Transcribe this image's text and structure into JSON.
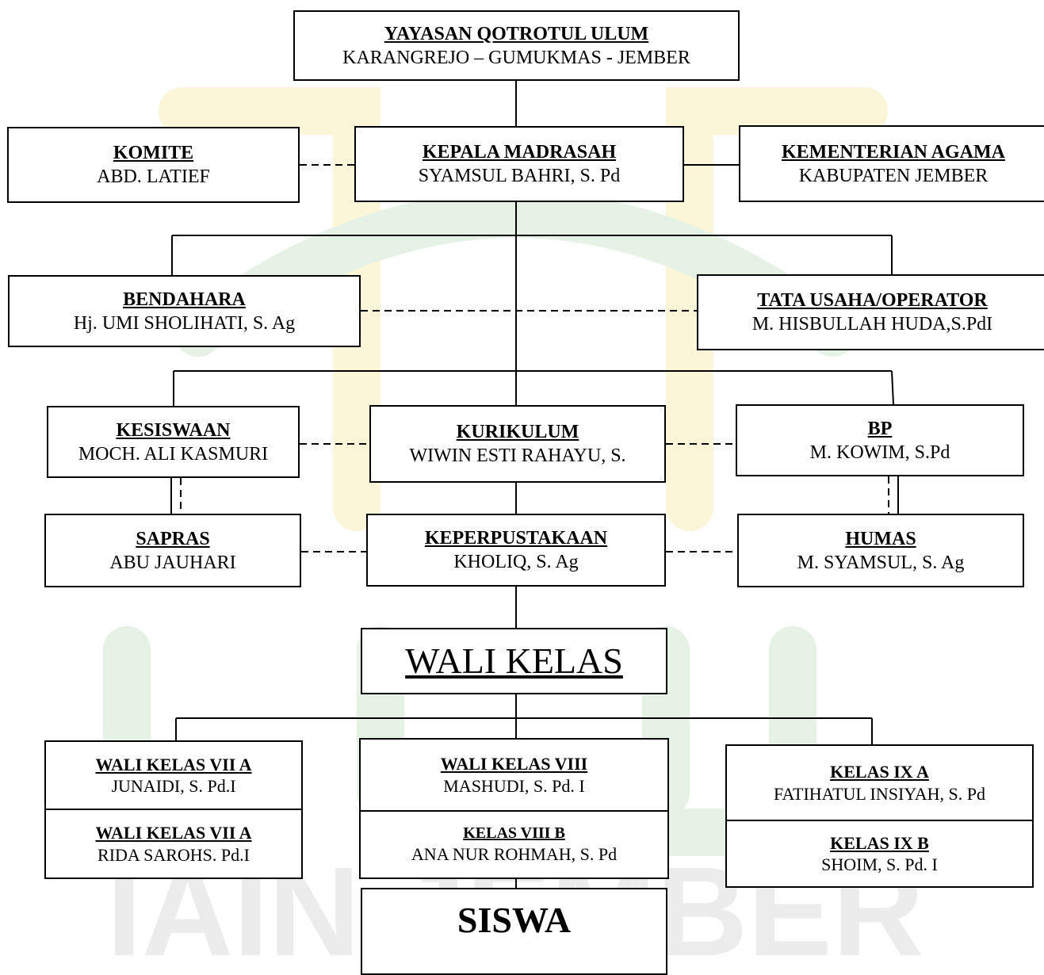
{
  "watermark": {
    "text": "IAIN JEMBER",
    "colors": {
      "green": "#e6f2e6",
      "gold": "#fbf6d8",
      "gray": "#ececec"
    }
  },
  "nodes": {
    "yayasan": {
      "title": "YAYASAN QOTROTUL ULUM",
      "name": "KARANGREJO – GUMUKMAS - JEMBER"
    },
    "komite": {
      "title": "KOMITE",
      "name": "ABD. LATIEF"
    },
    "kepala": {
      "title": "KEPALA MADRASAH",
      "name": "SYAMSUL BAHRI, S. Pd"
    },
    "kemenag": {
      "title": "KEMENTERIAN AGAMA",
      "name": "KABUPATEN JEMBER"
    },
    "bendahara": {
      "title": "BENDAHARA",
      "name": "Hj. UMI SHOLIHATI, S. Ag"
    },
    "tata_usaha": {
      "title": "TATA USAHA/OPERATOR",
      "name": "M. HISBULLAH HUDA,S.PdI"
    },
    "kesiswaan": {
      "title": "KESISWAAN",
      "name": "MOCH. ALI KASMURI"
    },
    "kurikulum": {
      "title": "KURIKULUM",
      "name": "WIWIN ESTI RAHAYU, S."
    },
    "bp": {
      "title": "BP",
      "name": "M. KOWIM, S.Pd"
    },
    "sapras": {
      "title": "SAPRAS",
      "name": "ABU JAUHARI"
    },
    "perpustakaan": {
      "title": "KEPERPUSTAKAAN",
      "name": "KHOLIQ, S. Ag"
    },
    "humas": {
      "title": "HUMAS",
      "name": "M. SYAMSUL, S. Ag"
    },
    "wali_kelas": {
      "title": "WALI KELAS"
    },
    "vii_a1": {
      "title": "WALI KELAS VII A",
      "name": "JUNAIDI, S. Pd.I"
    },
    "vii_a2": {
      "title": "WALI KELAS VII A",
      "name": "RIDA SAROHS. Pd.I"
    },
    "viii": {
      "title": "WALI KELAS VIII",
      "name": "MASHUDI, S. Pd. I"
    },
    "viii_b": {
      "title": "KELAS VIII B",
      "name": "ANA NUR ROHMAH, S. Pd"
    },
    "ix_a": {
      "title": "KELAS IX A",
      "name": "FATIHATUL INSIYAH, S. Pd"
    },
    "ix_b": {
      "title": "KELAS IX B",
      "name": "SHOIM, S. Pd. I"
    },
    "siswa": {
      "title": "SISWA"
    }
  }
}
